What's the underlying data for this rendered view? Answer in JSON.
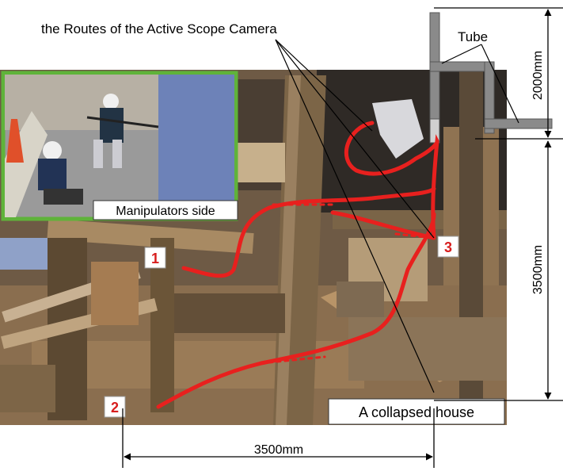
{
  "caption": "the Routes of  the Active Scope Camera",
  "labels": {
    "tube": "Tube",
    "height_top": "2000mm",
    "height_side": "3500mm",
    "width_bottom": "3500mm",
    "inset": "Manipulators side",
    "house": "A collapsed house"
  },
  "markers": [
    "1",
    "2",
    "3"
  ],
  "colors": {
    "route": "#e8201e",
    "inset_border": "#5fb33a",
    "marker_text": "#d81e1e",
    "dimension_line": "#000000"
  }
}
